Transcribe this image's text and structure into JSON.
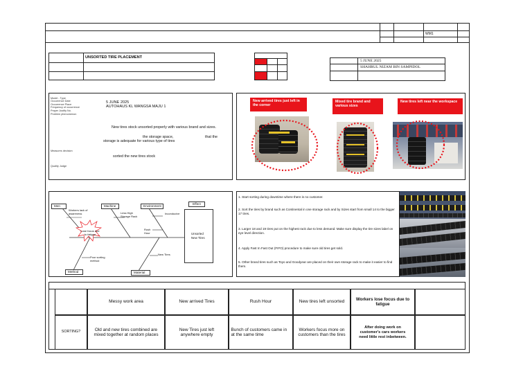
{
  "header": {
    "code": "WM1"
  },
  "title_box": {
    "title": "UNSORTED TIRE PLACEMENT"
  },
  "info_box": {
    "date": "5 JUNE 2025",
    "name": "SHAHRUL NIZAM BIN SAMPIDOL"
  },
  "problem": {
    "field_labels": [
      "Model - Type",
      "Occurrence Date",
      "Occurrence Place",
      "Frequency of occurrence",
      "Prayer Justify No.",
      "Problem phenomenon",
      "Measures decision",
      "Quality Judge"
    ],
    "date": "5 JUNE 2025",
    "place": "AUTOHAUS KL WANGSA MAJU 1",
    "phenomenon_1": "New tires stock unsorted properly with various brand and sizes.",
    "phenomenon_2a": "the storage space,",
    "phenomenon_2b": "that the",
    "phenomenon_3": "storage is adequate for various type of tires",
    "measure": "sorted the new tires stock"
  },
  "photos": {
    "labels": [
      "New arrived tires just left in the corner",
      "Mixed tire brand and various sizes",
      "New tires left near the workspace"
    ]
  },
  "fishbone": {
    "men": "Men",
    "machine": "Machine",
    "environment": "Environment",
    "effect": "Effect",
    "method": "Method",
    "material": "Material",
    "effect_text": "Unsorted New Tires",
    "c_workers_lack": "Workers lack of awareness",
    "c_lose_focus": "Lose focus due to fatigue",
    "c_poor_sorting": "Poor sorting method",
    "c_no_high_rack": "Less High Storage Rack",
    "c_inconducive": "Inconducive",
    "c_rush_hour": "Rush Hour",
    "c_new_tires": "New Tires"
  },
  "steps": [
    "1. Start sorting during downtime where there is no customer.",
    "2. Sort the tires by brand such as Continental in one storage rack and by Sizes start from small 14 to the bigger 17 tires.",
    "3. Larger 18 and 19 tires put on the highest rack due to less demand. Make sure display the tire sizes label on eye level direction.",
    "4. Apply Fast In Fast Out (FIFO) procedure to make sure old tires get sold.",
    "5. Other brand tires such as Toyo and Goodyear are placed on their own storage rack to make it easier to find them."
  ],
  "table": {
    "headers": [
      "Messy work area",
      "New arrived Tires",
      "Rush Hour",
      "New tires left unsorted",
      "Workers lose focus due to fatigue"
    ],
    "row_label": "SORTING?",
    "cells": [
      "Old and new tires combined are mixed together at random places",
      "New Tires just left anywhere empty",
      "Bunch of customers came in at the same time",
      "Workers focus more on customers than the tires",
      "After doing work on customer's cars workers need little rest inbetween."
    ]
  },
  "colors": {
    "accent": "#e8141b",
    "border": "#222222",
    "dashed_circle": "#e8141b"
  }
}
